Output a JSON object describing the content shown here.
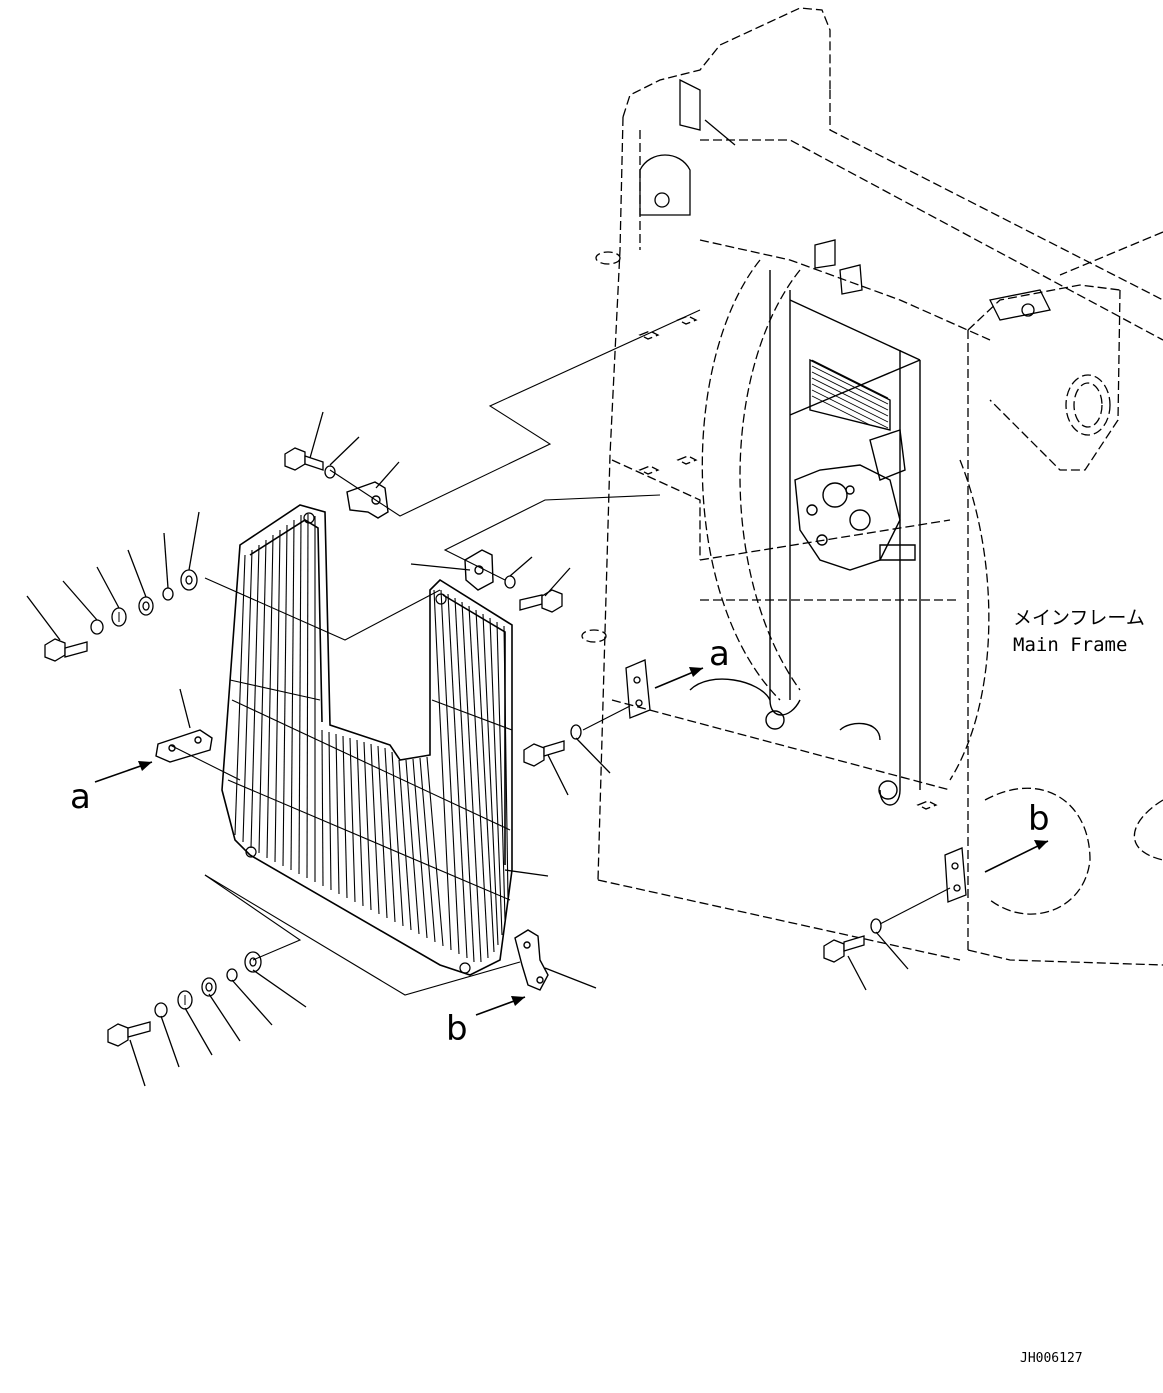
{
  "frame_label": {
    "jp": "メインフレーム",
    "en": "Main Frame"
  },
  "callouts": {
    "a": "a",
    "b": "b"
  },
  "drawing_code": "JH006127"
}
